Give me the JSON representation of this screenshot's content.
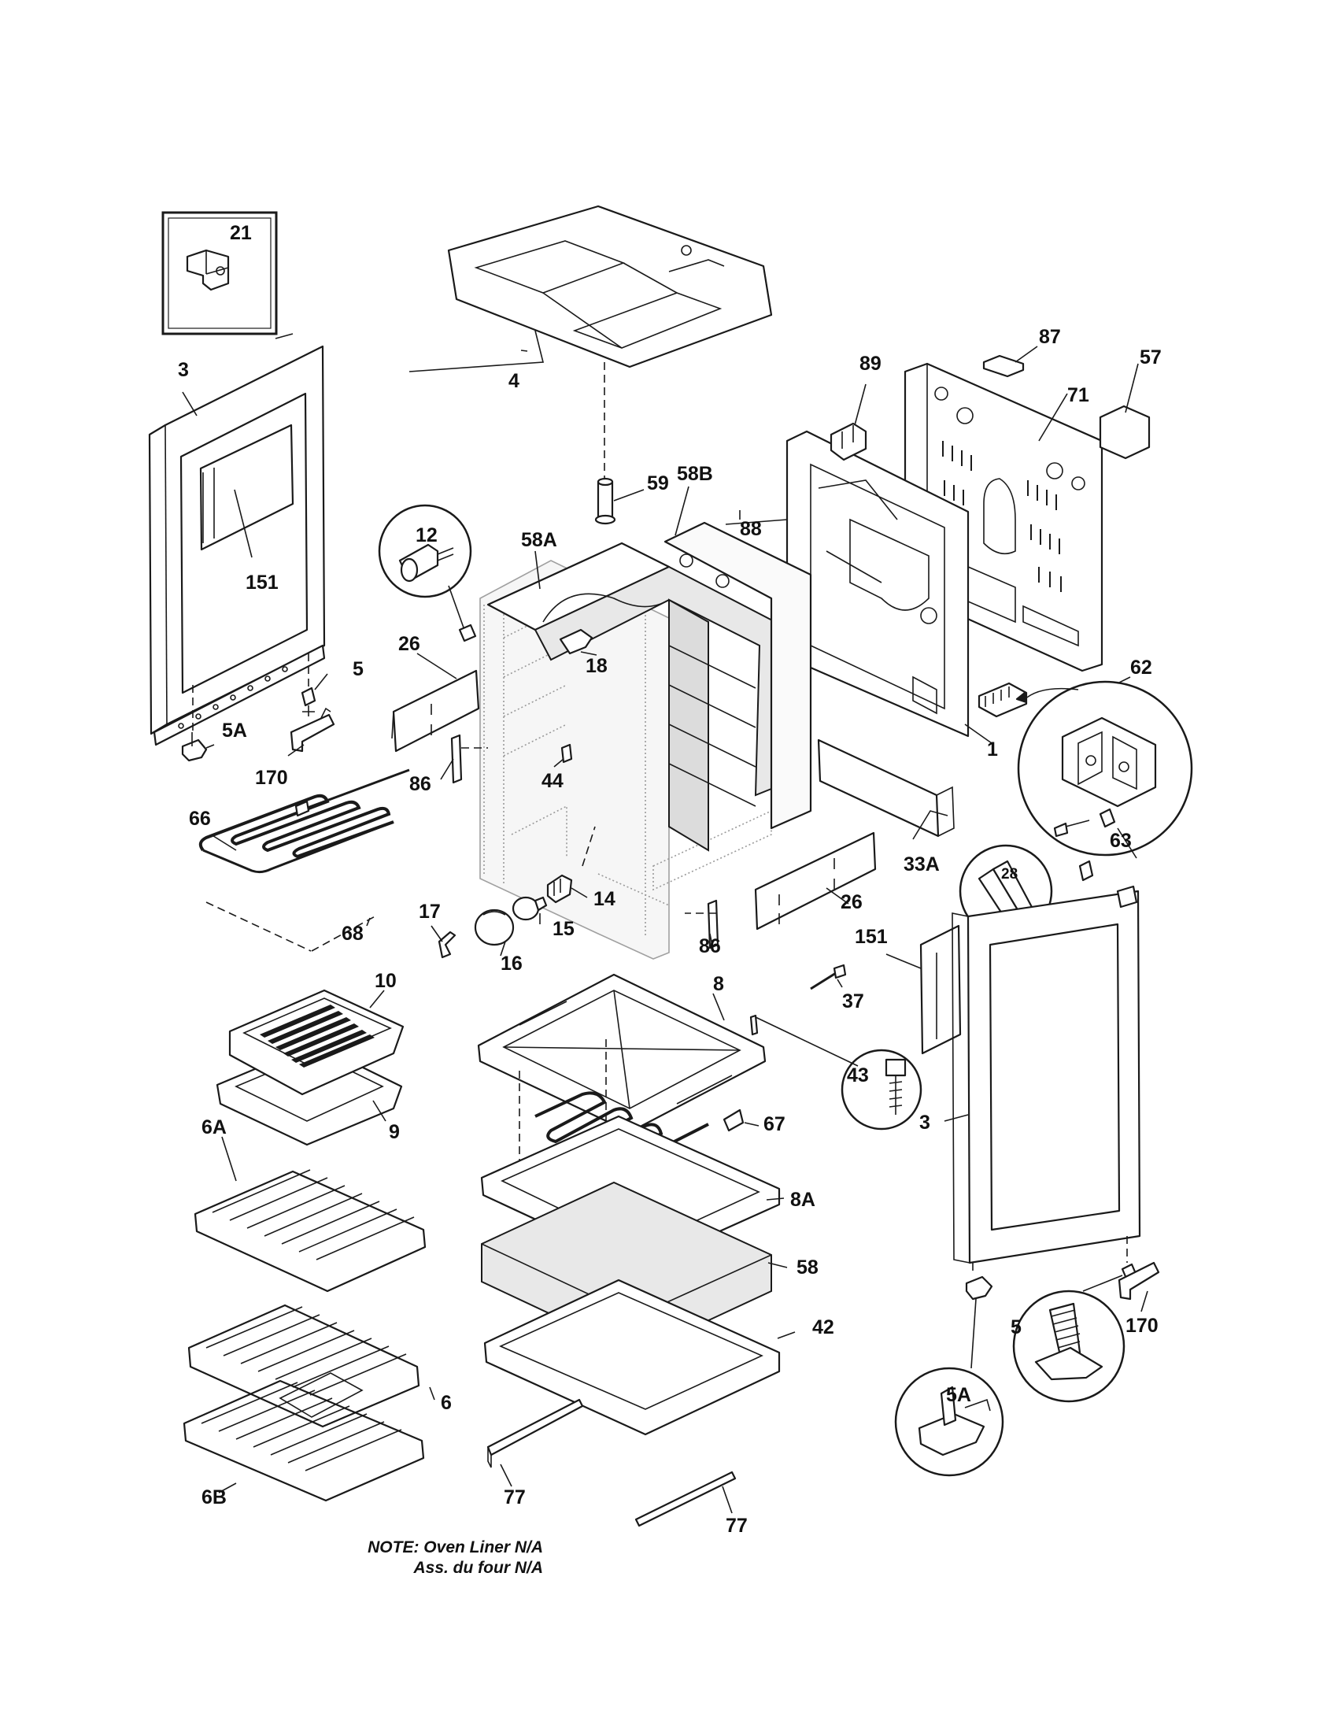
{
  "callouts": {
    "c21": "21",
    "c4": "4",
    "c3_left": "3",
    "c151_left": "151",
    "c5_left": "5",
    "c5a_left": "5A",
    "c170_left": "170",
    "c12": "12",
    "c26_left": "26",
    "c58a": "58A",
    "c58b": "58B",
    "c59": "59",
    "c88": "88",
    "c89": "89",
    "c87": "87",
    "c71": "71",
    "c57": "57",
    "c18": "18",
    "c86_left": "86",
    "c44": "44",
    "c1": "1",
    "c62": "62",
    "c63": "63",
    "c66": "66",
    "c68": "68",
    "c17": "17",
    "c16": "16",
    "c15": "15",
    "c14": "14",
    "c86_right": "86",
    "c26_right": "26",
    "c33a": "33A",
    "c28": "28",
    "c151_right": "151",
    "c37": "37",
    "c10": "10",
    "c9": "9",
    "c8": "8",
    "c43": "43",
    "c67": "67",
    "c3_right": "3",
    "c6a": "6A",
    "c8a": "8A",
    "c58": "58",
    "c42": "42",
    "c170_right": "170",
    "c5_right": "5",
    "c5a_right": "5A",
    "c6": "6",
    "c6b": "6B",
    "c77_left": "77",
    "c77_right": "77"
  },
  "note": {
    "line1": "NOTE: Oven Liner N/A",
    "line2": "Ass. du four N/A"
  }
}
